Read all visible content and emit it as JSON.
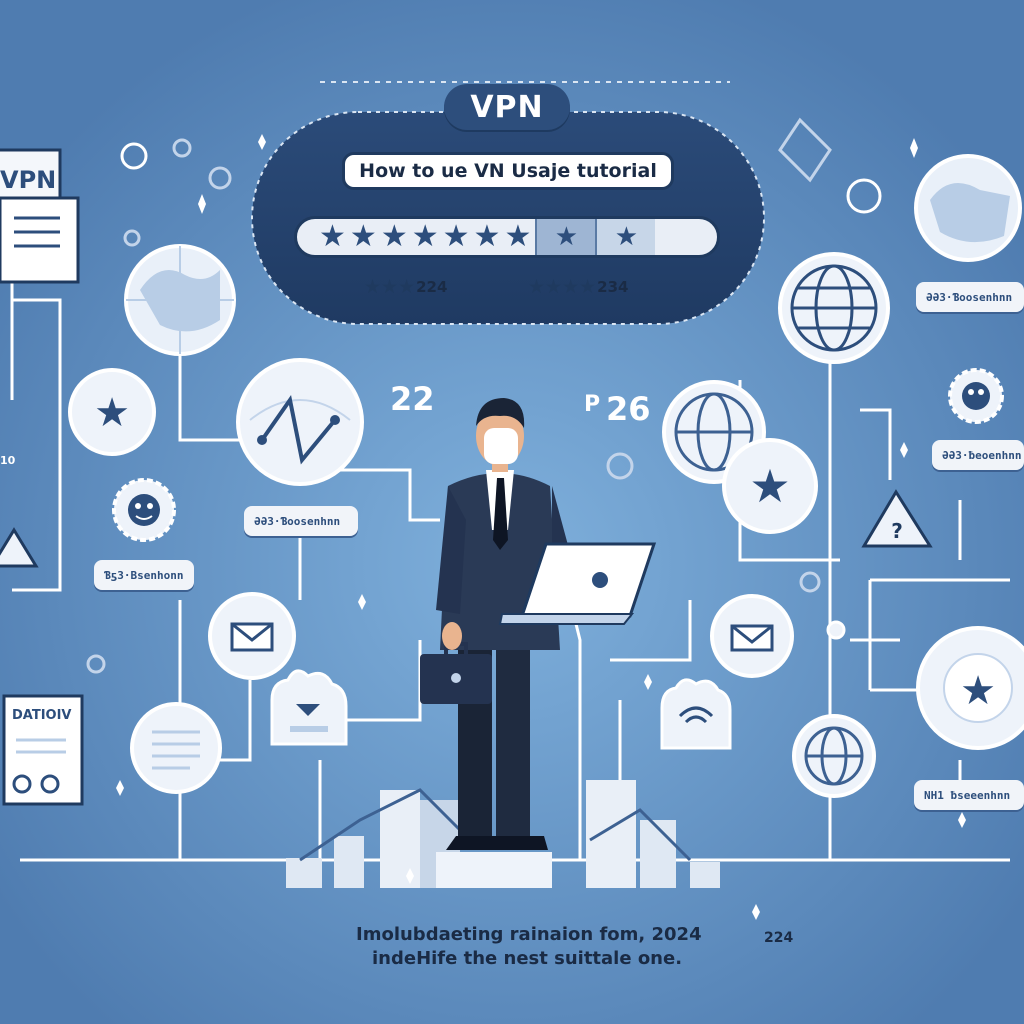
{
  "header": {
    "badge": "VPN",
    "subtitle": "How to ue VN Usaje tutorial"
  },
  "rating": {
    "filled_stars": 7,
    "star_glyph": "★",
    "left_summary": {
      "stars": "★★★",
      "value": "224"
    },
    "right_summary": {
      "stars": "★★★★",
      "value": "234"
    }
  },
  "numbers": {
    "left": "22",
    "right_prefix": "P",
    "right": "26",
    "footer_right": "224"
  },
  "doc_labels": {
    "top_left": "VPN",
    "bottom_left": "DATIOIV",
    "side_small": "10"
  },
  "card_labels": [
    {
      "text": "ƏƏ3·Ɓoosenhnn"
    },
    {
      "text": "Ɓƽ3·Bsenhonn"
    },
    {
      "text": "ƏƏ3·Ɓoosenhnn"
    },
    {
      "text": "ƏƏ3·ƀeoenhnn"
    },
    {
      "text": "NH1 ƀseeenhnn"
    }
  ],
  "footer": {
    "line1": "Imolubdaeting rainaion fom,  2024",
    "line2": "indeHife the nest suittale one."
  },
  "colors": {
    "background": "#5a86b8",
    "panel": "#2d4e7c",
    "node_fill": "#eef3fa",
    "accent_dark": "#1f3a5f"
  }
}
